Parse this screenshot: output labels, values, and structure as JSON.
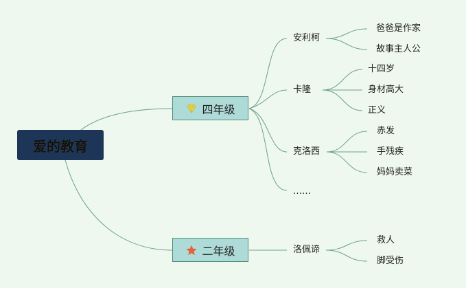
{
  "root": {
    "label": "爱的教育"
  },
  "grade4": {
    "label": "四年级",
    "icon": "gem-icon",
    "characters": [
      {
        "name": "安利柯",
        "traits": [
          "爸爸是作家",
          "故事主人公"
        ]
      },
      {
        "name": "卡隆",
        "traits": [
          "十四岁",
          "身材高大",
          "正义"
        ]
      },
      {
        "name": "克洛西",
        "traits": [
          "赤发",
          "手残疾",
          "妈妈卖菜"
        ]
      },
      {
        "name": "……"
      }
    ]
  },
  "grade2": {
    "label": "二年级",
    "icon": "star-icon",
    "characters": [
      {
        "name": "洛佩谛",
        "traits": [
          "救人",
          "脚受伤"
        ]
      }
    ]
  },
  "colors": {
    "background": "#eff8ef",
    "root_fill": "#1d3657",
    "branch_fill": "#aedbd8",
    "branch_border": "#4f8d7c",
    "connector": "#6aa08a",
    "gem": "#e9d84a",
    "star": "#e4643a"
  }
}
